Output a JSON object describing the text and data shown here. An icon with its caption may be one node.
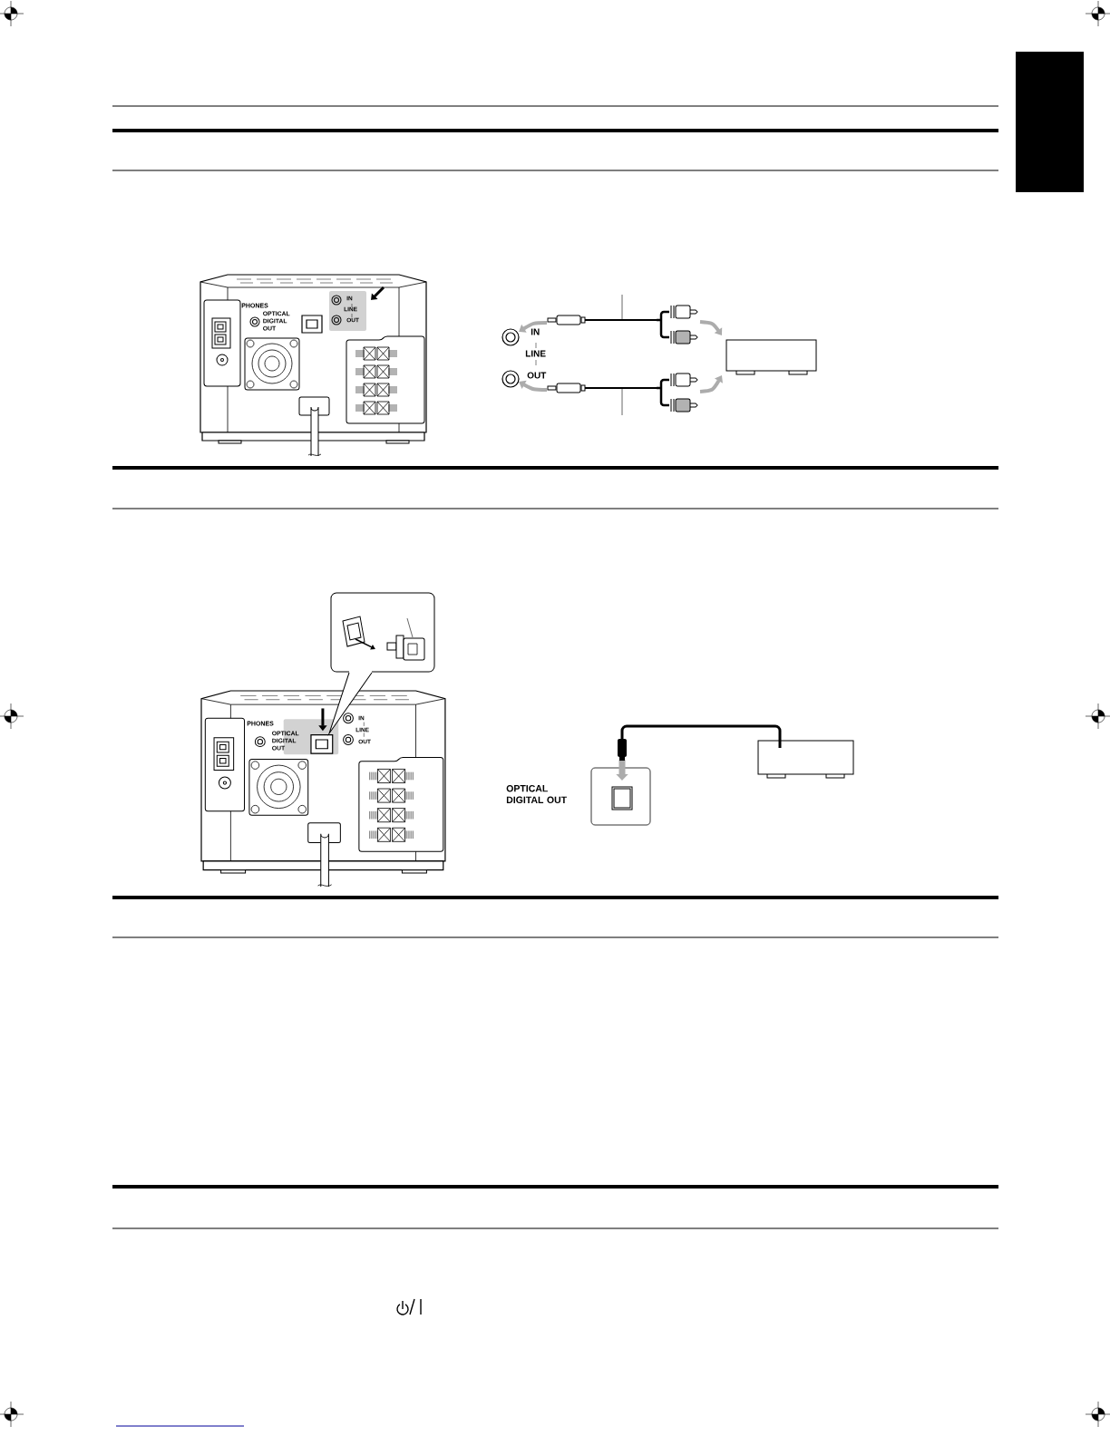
{
  "diagram": {
    "labels": [
      "PHONES",
      "OPTICAL DIGITAL OUT",
      "IN",
      "LINE",
      "OUT",
      "IN",
      "LINE",
      "OUT",
      "PHONES",
      "OPTICAL DIGITAL OUT",
      "IN",
      "LINE",
      "OUT",
      "OPTICAL DIGITAL OUT"
    ]
  }
}
